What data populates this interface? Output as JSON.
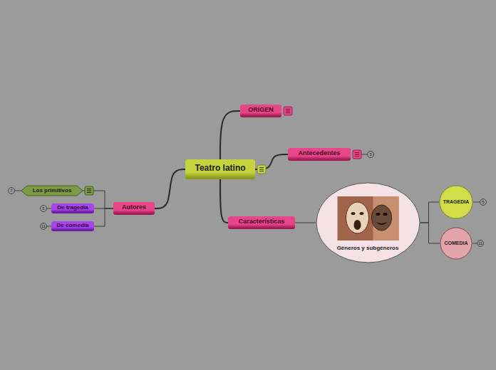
{
  "diagram": {
    "nodes": [
      {
        "text": [
          "Teatro latino"
        ]
      },
      {
        "text": [
          "ORIGEN"
        ]
      },
      {
        "text": [
          "Antecedentes"
        ]
      },
      {
        "text": [
          "Características"
        ]
      },
      {
        "text": [
          "Autores"
        ]
      },
      {
        "text": [
          "Los primitivos"
        ]
      },
      {
        "text": [
          "De tragedia"
        ]
      },
      {
        "text": [
          "De comedia"
        ]
      },
      {
        "text": [
          "Géneros y subgéneros"
        ]
      },
      {
        "text": [
          "TRAGEDIA"
        ]
      },
      {
        "text": [
          "COMEDIA"
        ]
      }
    ],
    "edges": [
      {
        "from": 0,
        "to": 1,
        "arrow": "none"
      },
      {
        "from": 0,
        "to": 2,
        "arrow": "none"
      },
      {
        "from": 0,
        "to": 3,
        "arrow": "none"
      },
      {
        "from": 0,
        "to": 4,
        "arrow": "none"
      },
      {
        "from": 4,
        "to": 5,
        "arrow": "none"
      },
      {
        "from": 4,
        "to": 6,
        "arrow": "none"
      },
      {
        "from": 4,
        "to": 7,
        "arrow": "none"
      },
      {
        "from": 3,
        "to": 8,
        "arrow": "none"
      },
      {
        "from": 8,
        "to": 9,
        "arrow": "none"
      },
      {
        "from": 8,
        "to": 10,
        "arrow": "none"
      }
    ],
    "labels": [
      "3",
      "7",
      "5",
      "11",
      "5",
      "11"
    ]
  }
}
